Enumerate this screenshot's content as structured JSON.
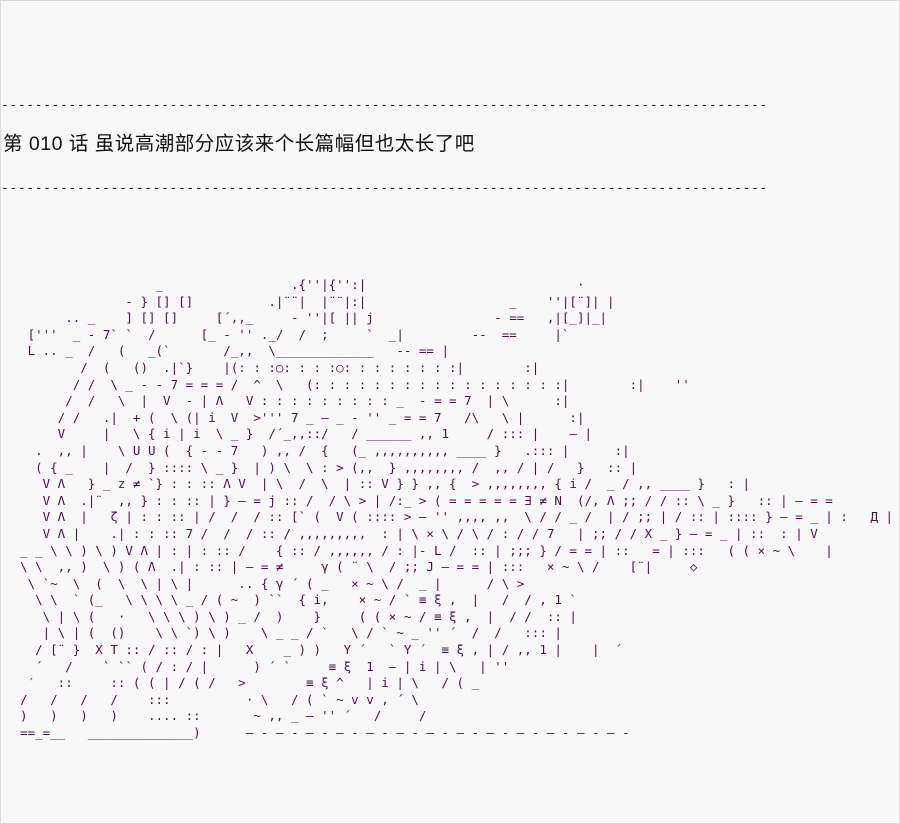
{
  "page": {
    "background": "#f8f8f8",
    "border_color": "#d9d9d9"
  },
  "header": {
    "separator_top": "-------------------------------------------------------------------------------------------",
    "title": "第 010 话 虽说高潮部分应该来个长篇幅但也太长了吧",
    "separator_bottom": "-------------------------------------------------------------------------------------------"
  },
  "ascii_art": {
    "color": "#4c0f4c",
    "lines": [
      "                    _                 .{''|{'':|                            ·",
      "                - } [] []          .|¨¨|  |¨¨|:|                   _    ''|[¨]| |",
      "        .. _    ] [] []     [´,,_     - ''|[ || j                - ==   ,|[_]|_|",
      "   ['''  _ - 7` `  /      [_ - '' ._/  /  ;     `  _|         --  ==     |`",
      "   L .. _  /   (   _(`       /_,,  \\_____________   -- == |",
      "          /  (   ()  .|`}    |(: : :○: : : :○: : : : : : : :|        :|",
      "         / /  \\ _ - - 7 = = = /  ^  \\   (: : : : : : : : : : : : : : : : :|        :|    ''",
      "        /  /   \\  |  V  - | Λ   V : : : : : : : : : _  - = = 7  | \\      :|",
      "       / /   .|  + (  \\ (| i  V  >''' 7 _ — _ - '' _ = = 7   /\\   \\ |      :|",
      "       V     |   \\ { i | i  \\ _ }  /´_,,::/   / ______ ,, 1     / ::: |    — |",
      "    .  ,, |    \\ U U (  { - - 7   ) ,, /  {   (_ ,,,,,,,,,, ____ }   .::: |      :|",
      "    ( { _    |  /  } :::: \\ _ }  | ) \\  \\ : > (,,  } ,,,,,,,, /  ,, / | /   }   :: |",
      "     V Λ   } _ z ≠ `} : : :: Λ V  | \\  /  \\  | :: V } } ,, {  > ,,,,,,,, { i /  _ / ,, ____ }   : |",
      "     V Λ  .|¨  ,, } : : :: | } — = j :: /  / \\ > | /:_ > ( = = = = = ∃ ≠ N  (/, Λ ;; / / :: \\ _ }   :: | — = =",
      "     V Λ  |   ζ | : : :: | /  /  / :: [` (  V ( :::: > — '' ,,,, ,,  \\ / / _ /  | / ;; | / :: | :::: } — = _ | :   Д | /",
      "     V Λ |    .| : : :: 7 /  /  / :: / ,,,,,,,,,  : | \\ × \\ / \\ / : / / 7   | ;; / / X _ } — = _ | ::  : | V",
      "  _ _ \\ \\ ) \\ ) V Λ | : | : :: /    { :: / ,,,,,, / : |- L /  :: | ;;; } / = = | ::   = | :::   ( ( × ~ \\    |",
      "  \\ \\  ,, )  \\ ) ( Λ  .| : :: | — = ≠     γ ( ¨ \\  / ;; J — = = | :::   × ~ \\ /    [¨|     ◇",
      "   \\ `~  \\  (  \\  \\ | \\ |      .. { γ ´ ( _   × ~ \\ /  _ |      / \\ >",
      "    \\ \\  ` (_   \\ \\ \\ \\ _ / ( ~  ) ``  { i,    × ~ / ` ≡ ξ ,  |   /  / , 1 `",
      "     \\ | \\ (   ·   \\ \\ \\ ) \\ ) _ /  )    }     ( ( × ~ / ≡ ξ ,  |  / /  :: |",
      "     | \\ | (  ()    \\ \\ `) \\ )    \\ _ _ / `   \\ / ` ~ _ '' ´  /  /   ::: |",
      "    / [¨ }  X T :: / :: / : |   X    _ ) )   Y ´   ` Y ´  ≡ ξ , | / ,, 1 |    |  ´",
      "    ´   /    ` `` ( / : / |      ) ´ `     ≡ ξ  1  — | i | \\   | ''",
      "   ′   ::     :: ( ( | / ( /   >        ≡ ξ ^   | i | \\   / ( _",
      "  /   /   /   /    :::          · \\   / ( ` ~ v v , ´ \\",
      "  )   )   )   )    .... ::       ~ ,, _ — '' ´   /     /",
      "  ==_=__   ______________)      — - — - — - — - — - — - — - — - — - — - — - — - — -"
    ]
  }
}
